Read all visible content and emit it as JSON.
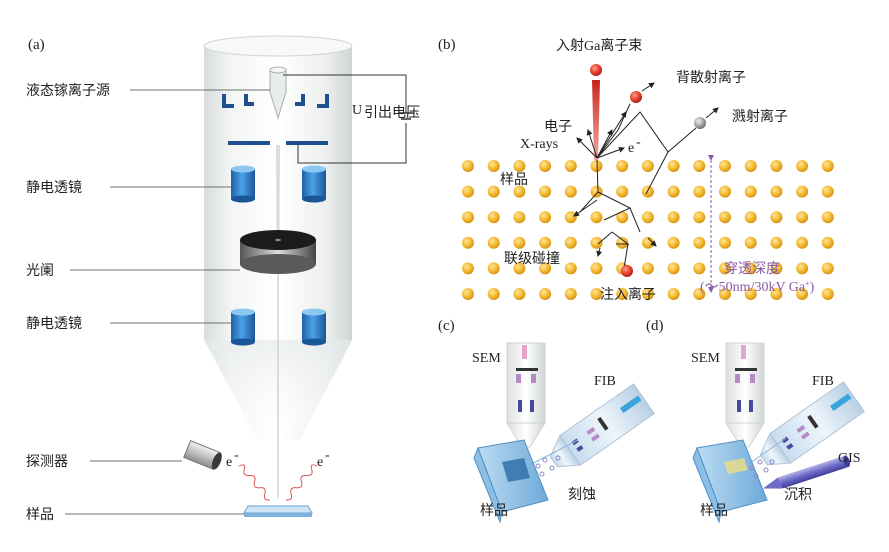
{
  "panels": {
    "a": {
      "tag": "(a)",
      "labels": {
        "source": "液态镓离子源",
        "lens1": "静电透镜",
        "aperture": "光阑",
        "lens2": "静电透镜",
        "detector": "探测器",
        "sample": "样品",
        "voltage_main": "U",
        "voltage_sub": "引出电压",
        "electron_left": "e",
        "electron_right": "e",
        "electron_sup": "-"
      }
    },
    "b": {
      "tag": "(b)",
      "labels": {
        "incident": "入射Ga离子束",
        "backscatter": "背散射离子",
        "sputter": "溅射离子",
        "electron": "电子",
        "xrays": "X-rays",
        "e_minus": "e",
        "e_sup": "-",
        "sample": "样品",
        "cascade": "联级碰撞",
        "implant": "注入离子",
        "depth": "穿透深度",
        "depth_value": "(～50nm/30kV Ga",
        "depth_sup": "+",
        "depth_close": ")"
      }
    },
    "c": {
      "tag": "(c)",
      "labels": {
        "sem": "SEM",
        "fib": "FIB",
        "sample": "样品",
        "process": "刻蚀"
      }
    },
    "d": {
      "tag": "(d)",
      "labels": {
        "sem": "SEM",
        "fib": "FIB",
        "gis": "GIS",
        "sample": "样品",
        "process": "沉积"
      }
    }
  },
  "colors": {
    "atom": "#f0b428",
    "ion": "#d23a2a",
    "lens": "#2e78c0",
    "electrode": "#1e4f8f",
    "depth_text": "#8a5aa6"
  }
}
